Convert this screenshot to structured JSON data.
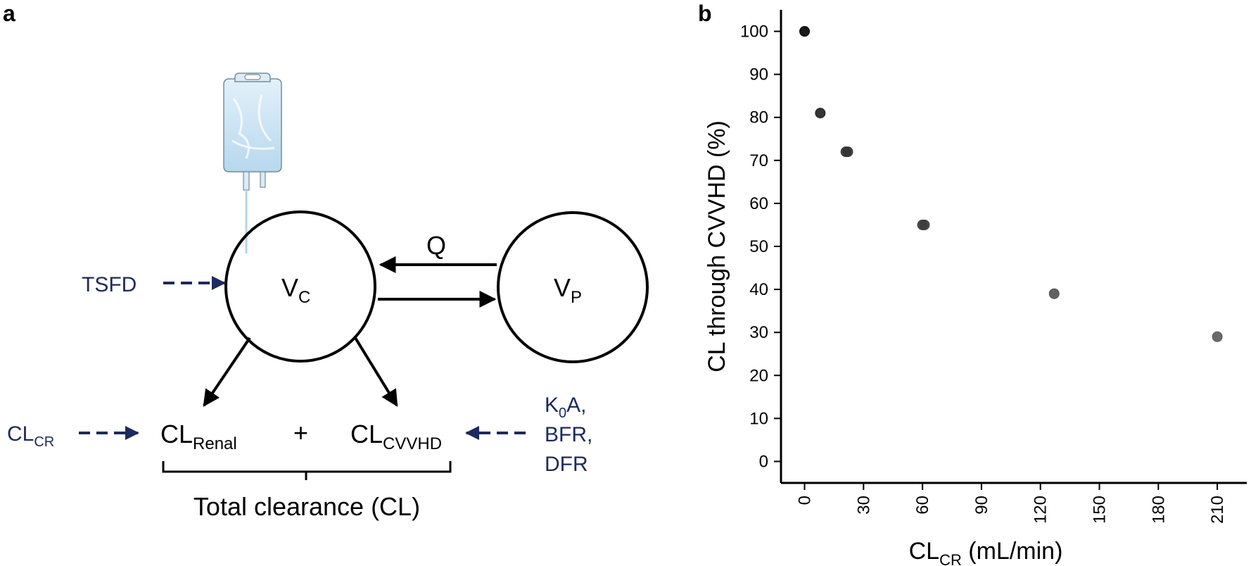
{
  "panel_a": {
    "label": "a",
    "central_compartment": {
      "main": "V",
      "sub": "C"
    },
    "peripheral_compartment": {
      "main": "V",
      "sub": "P"
    },
    "intercompartmental_flow": "Q",
    "tsfd_label": "TSFD",
    "clcr_input": {
      "main": "CL",
      "sub": "CR"
    },
    "cl_renal": {
      "main": "CL",
      "sub": "Renal"
    },
    "plus_sign": "+",
    "cl_cvvhd": {
      "main": "CL",
      "sub": "CVVHD"
    },
    "dialysis_covariates": {
      "line1_main": "K",
      "line1_sub": "0",
      "line1_rest": "A,",
      "line2": "BFR,",
      "line3": "DFR"
    },
    "total_clearance": "Total clearance (CL)",
    "icons": [
      "iv-bag-icon"
    ],
    "colors": {
      "covariate": "#1c2a5e",
      "ink": "#000000"
    }
  },
  "panel_b": {
    "label": "b",
    "x_title": {
      "main": "CL",
      "sub": "CR",
      "rest": " (mL/min)"
    },
    "y_title": "CL through CVVHD (%)",
    "x_tick_labels": [
      "0",
      "30",
      "60",
      "90",
      "120",
      "150",
      "180",
      "210"
    ],
    "y_tick_labels": [
      "0",
      "10",
      "20",
      "30",
      "40",
      "50",
      "60",
      "70",
      "80",
      "90",
      "100"
    ]
  },
  "chart_data": {
    "type": "scatter",
    "xlabel": "CL_CR (mL/min)",
    "ylabel": "CL through CVVHD (%)",
    "xlim": [
      -12,
      225
    ],
    "ylim": [
      -5,
      105
    ],
    "x_ticks": [
      0,
      30,
      60,
      90,
      120,
      150,
      180,
      210
    ],
    "y_ticks": [
      0,
      10,
      20,
      30,
      40,
      50,
      60,
      70,
      80,
      90,
      100
    ],
    "grid": false,
    "x": [
      0,
      8,
      21,
      22,
      60,
      61,
      127,
      210
    ],
    "y": [
      100,
      81,
      72,
      72,
      55,
      55,
      39,
      29
    ],
    "point_colors": [
      "#000000",
      "#1e1e1e",
      "#333333",
      "#333333",
      "#3c3c3c",
      "#3c3c3c",
      "#505050",
      "#5a5a5a"
    ]
  }
}
